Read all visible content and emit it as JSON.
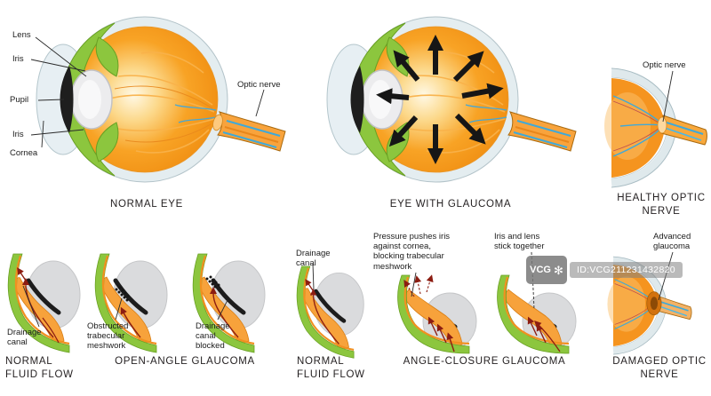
{
  "colors": {
    "iris_green": "#8cc63e",
    "eye_orange": "#f6921e",
    "sclera_gray_blue": "#e4edf0",
    "vessel_blue": "#3fa9d9",
    "flow_arrow_red": "#8c1d12",
    "pressure_arrow_black": "#161616"
  },
  "top_row": {
    "normal_eye": {
      "title": "NORMAL EYE",
      "labels": {
        "lens": "Lens",
        "iris_top": "Iris",
        "pupil": "Pupil",
        "iris_bottom": "Iris",
        "cornea": "Cornea",
        "optic_nerve": "Optic nerve"
      }
    },
    "glaucoma_eye": {
      "title": "EYE WITH GLAUCOMA"
    },
    "healthy_optic_nerve": {
      "title": "HEALTHY OPTIC NERVE",
      "label_optic_nerve": "Optic nerve"
    }
  },
  "bottom_row": {
    "normal_flow_left": {
      "title": "NORMAL FLUID FLOW",
      "label_drainage_canal": "Drainage canal"
    },
    "open_angle": {
      "title": "OPEN-ANGLE GLAUCOMA",
      "label_obstructed": "Obstructed trabecular meshwork",
      "label_blocked": "Drainage canal blocked"
    },
    "normal_flow_right": {
      "title": "NORMAL FLUID FLOW",
      "label_drainage_canal": "Drainage canal"
    },
    "angle_closure": {
      "title": "ANGLE-CLOSURE GLAUCOMA",
      "label_pressure": "Pressure pushes iris against cornea, blocking trabecular meshwork",
      "label_stick": "Iris and lens stick together"
    },
    "damaged_optic_nerve": {
      "title": "DAMAGED OPTIC NERVE",
      "label_advanced": "Advanced glaucoma"
    }
  },
  "watermark": {
    "brand": "VCG",
    "id_text": "ID:VCG211231432820"
  }
}
